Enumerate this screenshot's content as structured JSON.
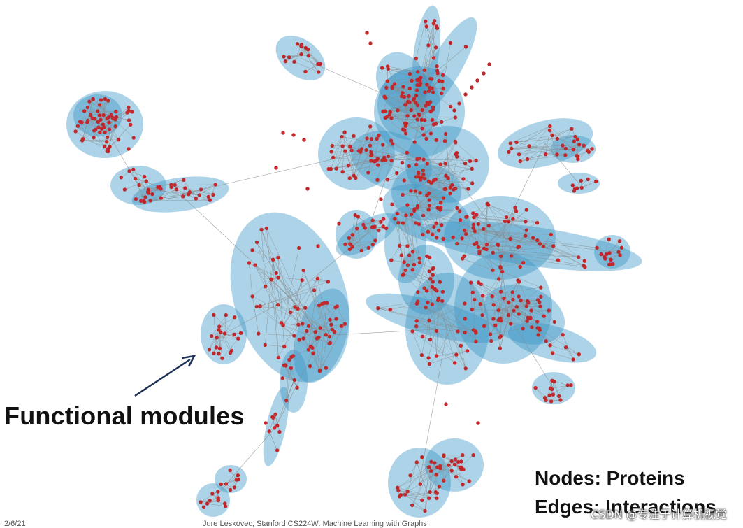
{
  "labels": {
    "functional_modules": "Functional modules",
    "nodes": "Nodes: Proteins",
    "edges": "Edges: Interactions"
  },
  "footer": {
    "date": "2/6/21",
    "credit": "Jure Leskovec, Stanford CS224W: Machine Learning with Graphs"
  },
  "watermark": "CSDN @专注于计算机视觉",
  "colors": {
    "module_fill": "#3a95c6",
    "node": "#c0282b",
    "edge": "#8a8a8a",
    "arrow": "#1c2f55"
  },
  "icons": {
    "arrow": "pointer-arrow-icon"
  }
}
